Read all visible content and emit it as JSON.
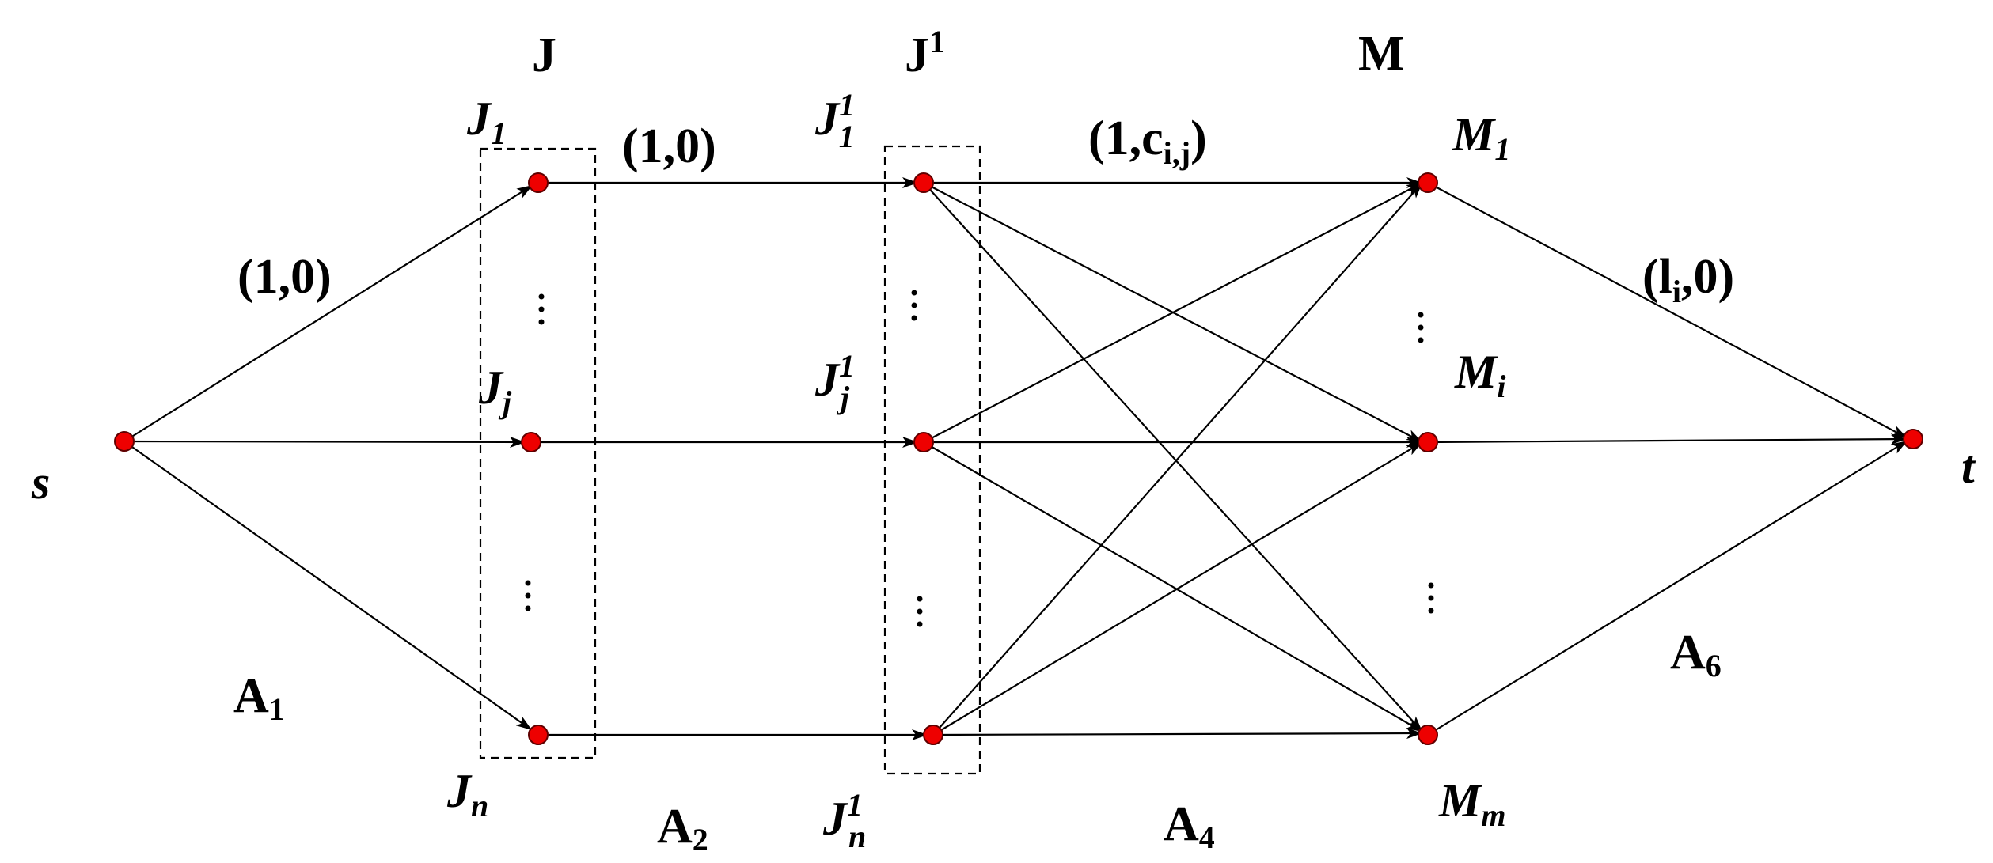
{
  "colors": {
    "node": "#ee0000",
    "edge": "#000000",
    "background": "#ffffff"
  },
  "groups": {
    "J": {
      "title": "J"
    },
    "J1": {
      "title_main": "J",
      "title_sup": "1"
    },
    "M": {
      "title": "M"
    }
  },
  "edge_labels": {
    "s_to_J": {
      "text": "(1,0)"
    },
    "J_to_J1": {
      "text": "(1,0)"
    },
    "J1_to_M": {
      "main": "(1,c",
      "sub": "i,j",
      "end": ")"
    },
    "M_to_t": {
      "main": "(l",
      "sub": "i",
      "end": ",0)"
    }
  },
  "arc_sets": {
    "A1": {
      "main": "A",
      "sub": "1"
    },
    "A2": {
      "main": "A",
      "sub": "2"
    },
    "A4": {
      "main": "A",
      "sub": "4"
    },
    "A6": {
      "main": "A",
      "sub": "6"
    }
  },
  "nodes": {
    "s": {
      "label": "s"
    },
    "t": {
      "label": "t"
    },
    "J_1": {
      "main": "J",
      "sub": "1"
    },
    "J_j": {
      "main": "J",
      "sub": "j"
    },
    "J_n": {
      "main": "J",
      "sub": "n"
    },
    "J1_1": {
      "main": "J",
      "sup": "1",
      "sub": "1"
    },
    "J1_j": {
      "main": "J",
      "sup": "1",
      "sub": "j"
    },
    "J1_n": {
      "main": "J",
      "sup": "1",
      "sub": "n"
    },
    "M_1": {
      "main": "M",
      "sub": "1"
    },
    "M_i": {
      "main": "M",
      "sub": "i"
    },
    "M_m": {
      "main": "M",
      "sub": "m"
    }
  },
  "ellipsis_icon": "vertical-ellipsis-icon"
}
